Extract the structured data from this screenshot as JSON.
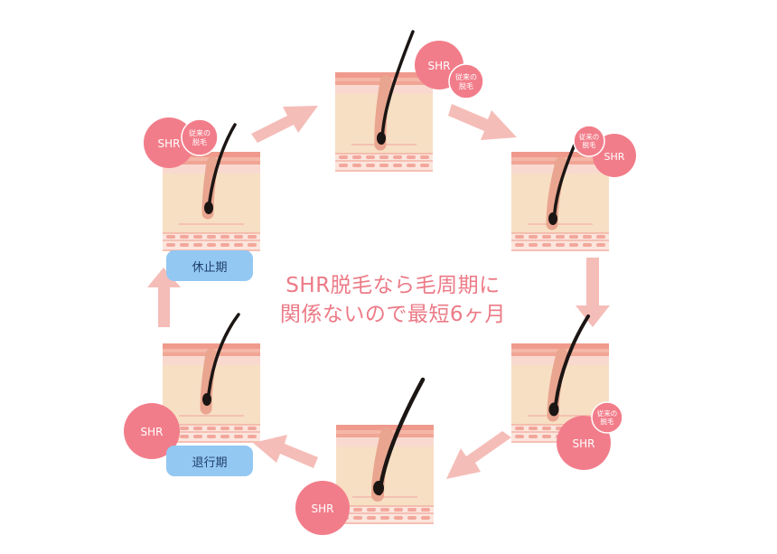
{
  "center_text": {
    "line1": "SHR脱毛なら毛周期に",
    "line2": "関係ないので最短6ヶ月"
  },
  "phases": {
    "resting": "休止期",
    "regression": "退行期"
  },
  "badges": {
    "shr": "SHR",
    "conventional_line1": "従来の",
    "conventional_line2": "脱毛"
  },
  "colors": {
    "shr_circle": "#f27d8a",
    "conventional_circle": "#f27d8a",
    "arrow": "#f5bdb8",
    "skin_top": "#ef9a8c",
    "dermis": "#f7dfc4",
    "hair": "#1b1614",
    "phase_label": "#93c8f3",
    "center_text": "#ec7a86"
  },
  "icons": [
    "hair-follicle-icon",
    "cycle-arrow-icon"
  ]
}
